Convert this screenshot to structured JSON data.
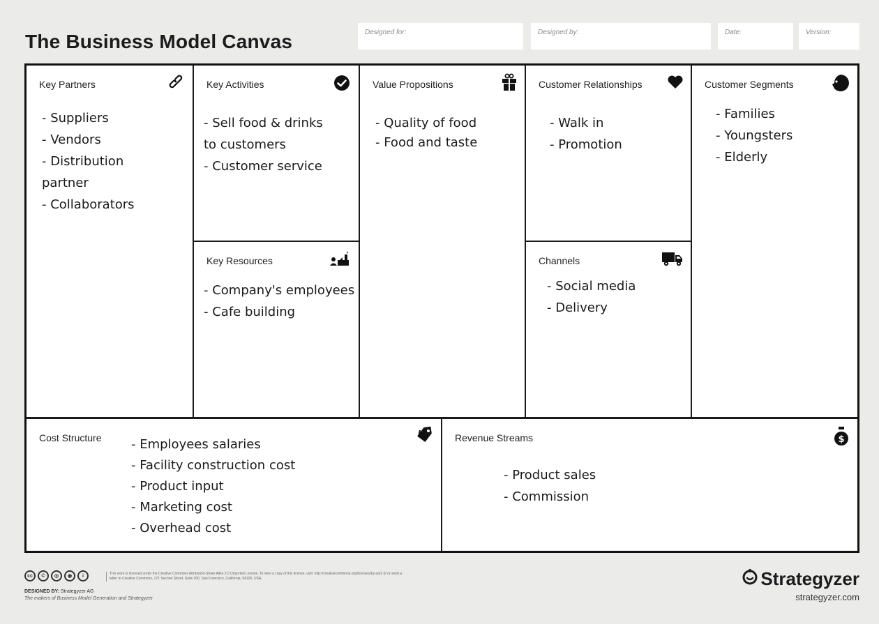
{
  "title": "The Business Model Canvas",
  "meta": {
    "designed_for": "Designed for:",
    "designed_by": "Designed by:",
    "date": "Date:",
    "version": "Version:"
  },
  "sections": {
    "key_partners": {
      "title": "Key Partners",
      "icon": "link-icon",
      "items": [
        "- Suppliers",
        "- Vendors",
        "- Distribution",
        "partner",
        "- Collaborators"
      ]
    },
    "key_activities": {
      "title": "Key Activities",
      "icon": "checkmark-icon",
      "items": [
        "- Sell food & drinks",
        "to customers",
        "- Customer service"
      ]
    },
    "key_resources": {
      "title": "Key Resources",
      "icon": "factory-workers-icon",
      "items": [
        "- Company's employees",
        "- Cafe building"
      ]
    },
    "value_propositions": {
      "title": "Value Propositions",
      "icon": "gift-icon",
      "items": [
        "- Quality of food",
        "- Food and taste"
      ]
    },
    "customer_relationships": {
      "title": "Customer Relationships",
      "icon": "heart-icon",
      "items": [
        "- Walk in",
        "- Promotion"
      ]
    },
    "channels": {
      "title": "Channels",
      "icon": "truck-icon",
      "items": [
        "- Social media",
        "- Delivery"
      ]
    },
    "customer_segments": {
      "title": "Customer Segments",
      "icon": "person-head-icon",
      "items": [
        "- Families",
        "- Youngsters",
        "- Elderly"
      ]
    },
    "cost_structure": {
      "title": "Cost Structure",
      "icon": "price-tag-icon",
      "items": [
        "- Employees salaries",
        "- Facility construction cost",
        "- Product input",
        "- Marketing cost",
        "- Overhead cost"
      ]
    },
    "revenue_streams": {
      "title": "Revenue Streams",
      "icon": "money-bag-icon",
      "items": [
        "- Product sales",
        "- Commission"
      ]
    }
  },
  "footer": {
    "license_text": "This work is licensed under the Creative Commons Attribution-Share Alike 3.0 Unported License. To view a copy of this license, visit: http://creativecommons.org/licenses/by-sa/3.0/ or send a letter to Creative Commons, 171 Second Street, Suite 300, San Francisco, California, 94105, USA.",
    "designed_by_label": "DESIGNED BY:",
    "designed_by_value": "Strategyzer AG",
    "makers": "The makers of Business Model Generation and Strategyzer",
    "brand": "Strategyzer",
    "brand_url": "strategyzer.com"
  }
}
